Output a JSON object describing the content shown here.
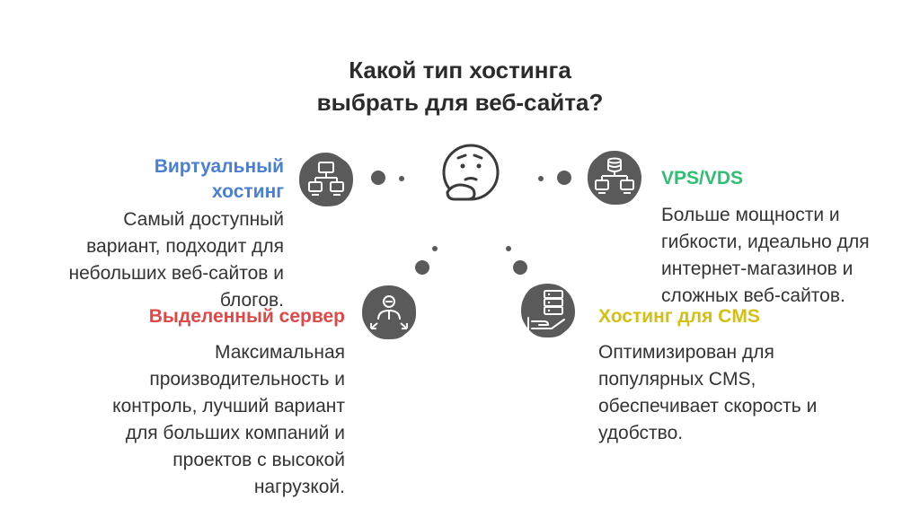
{
  "title": {
    "line1": "Какой тип хостинга",
    "line2": "выбрать для веб-сайта?"
  },
  "options": {
    "shared": {
      "heading_line1": "Виртуальный",
      "heading_line2": "хостинг",
      "desc_line1": "Самый доступный",
      "desc_line2": "вариант, подходит для",
      "desc_line3": "небольших веб-сайтов и",
      "desc_line4": "блогов.",
      "color": "#4a7fd6",
      "icon": "network-computers-icon"
    },
    "vps": {
      "heading": "VPS/VDS",
      "desc_line1": "Больше мощности и",
      "desc_line2": "гибкости, идеально для",
      "desc_line3": "интернет-магазинов и",
      "desc_line4": "сложных веб-сайтов.",
      "color": "#2fbf71",
      "icon": "database-computers-icon"
    },
    "dedicated": {
      "heading": "Выделенный сервер",
      "desc_line1": "Максимальная",
      "desc_line2": "производительность и",
      "desc_line3": "контроль, лучший вариант",
      "desc_line4": "для больших компаний и",
      "desc_line5": "проектов с высокой",
      "desc_line6": "нагрузкой.",
      "color": "#e04848",
      "icon": "admin-person-icon"
    },
    "cms": {
      "heading": "Хостинг для CMS",
      "desc_line1": "Оптимизирован для",
      "desc_line2": "популярных CMS,",
      "desc_line3": "обеспечивает скорость и",
      "desc_line4": "удобство.",
      "color": "#d4c012",
      "icon": "server-hand-icon"
    }
  },
  "center_icon": "thinking-face-icon"
}
